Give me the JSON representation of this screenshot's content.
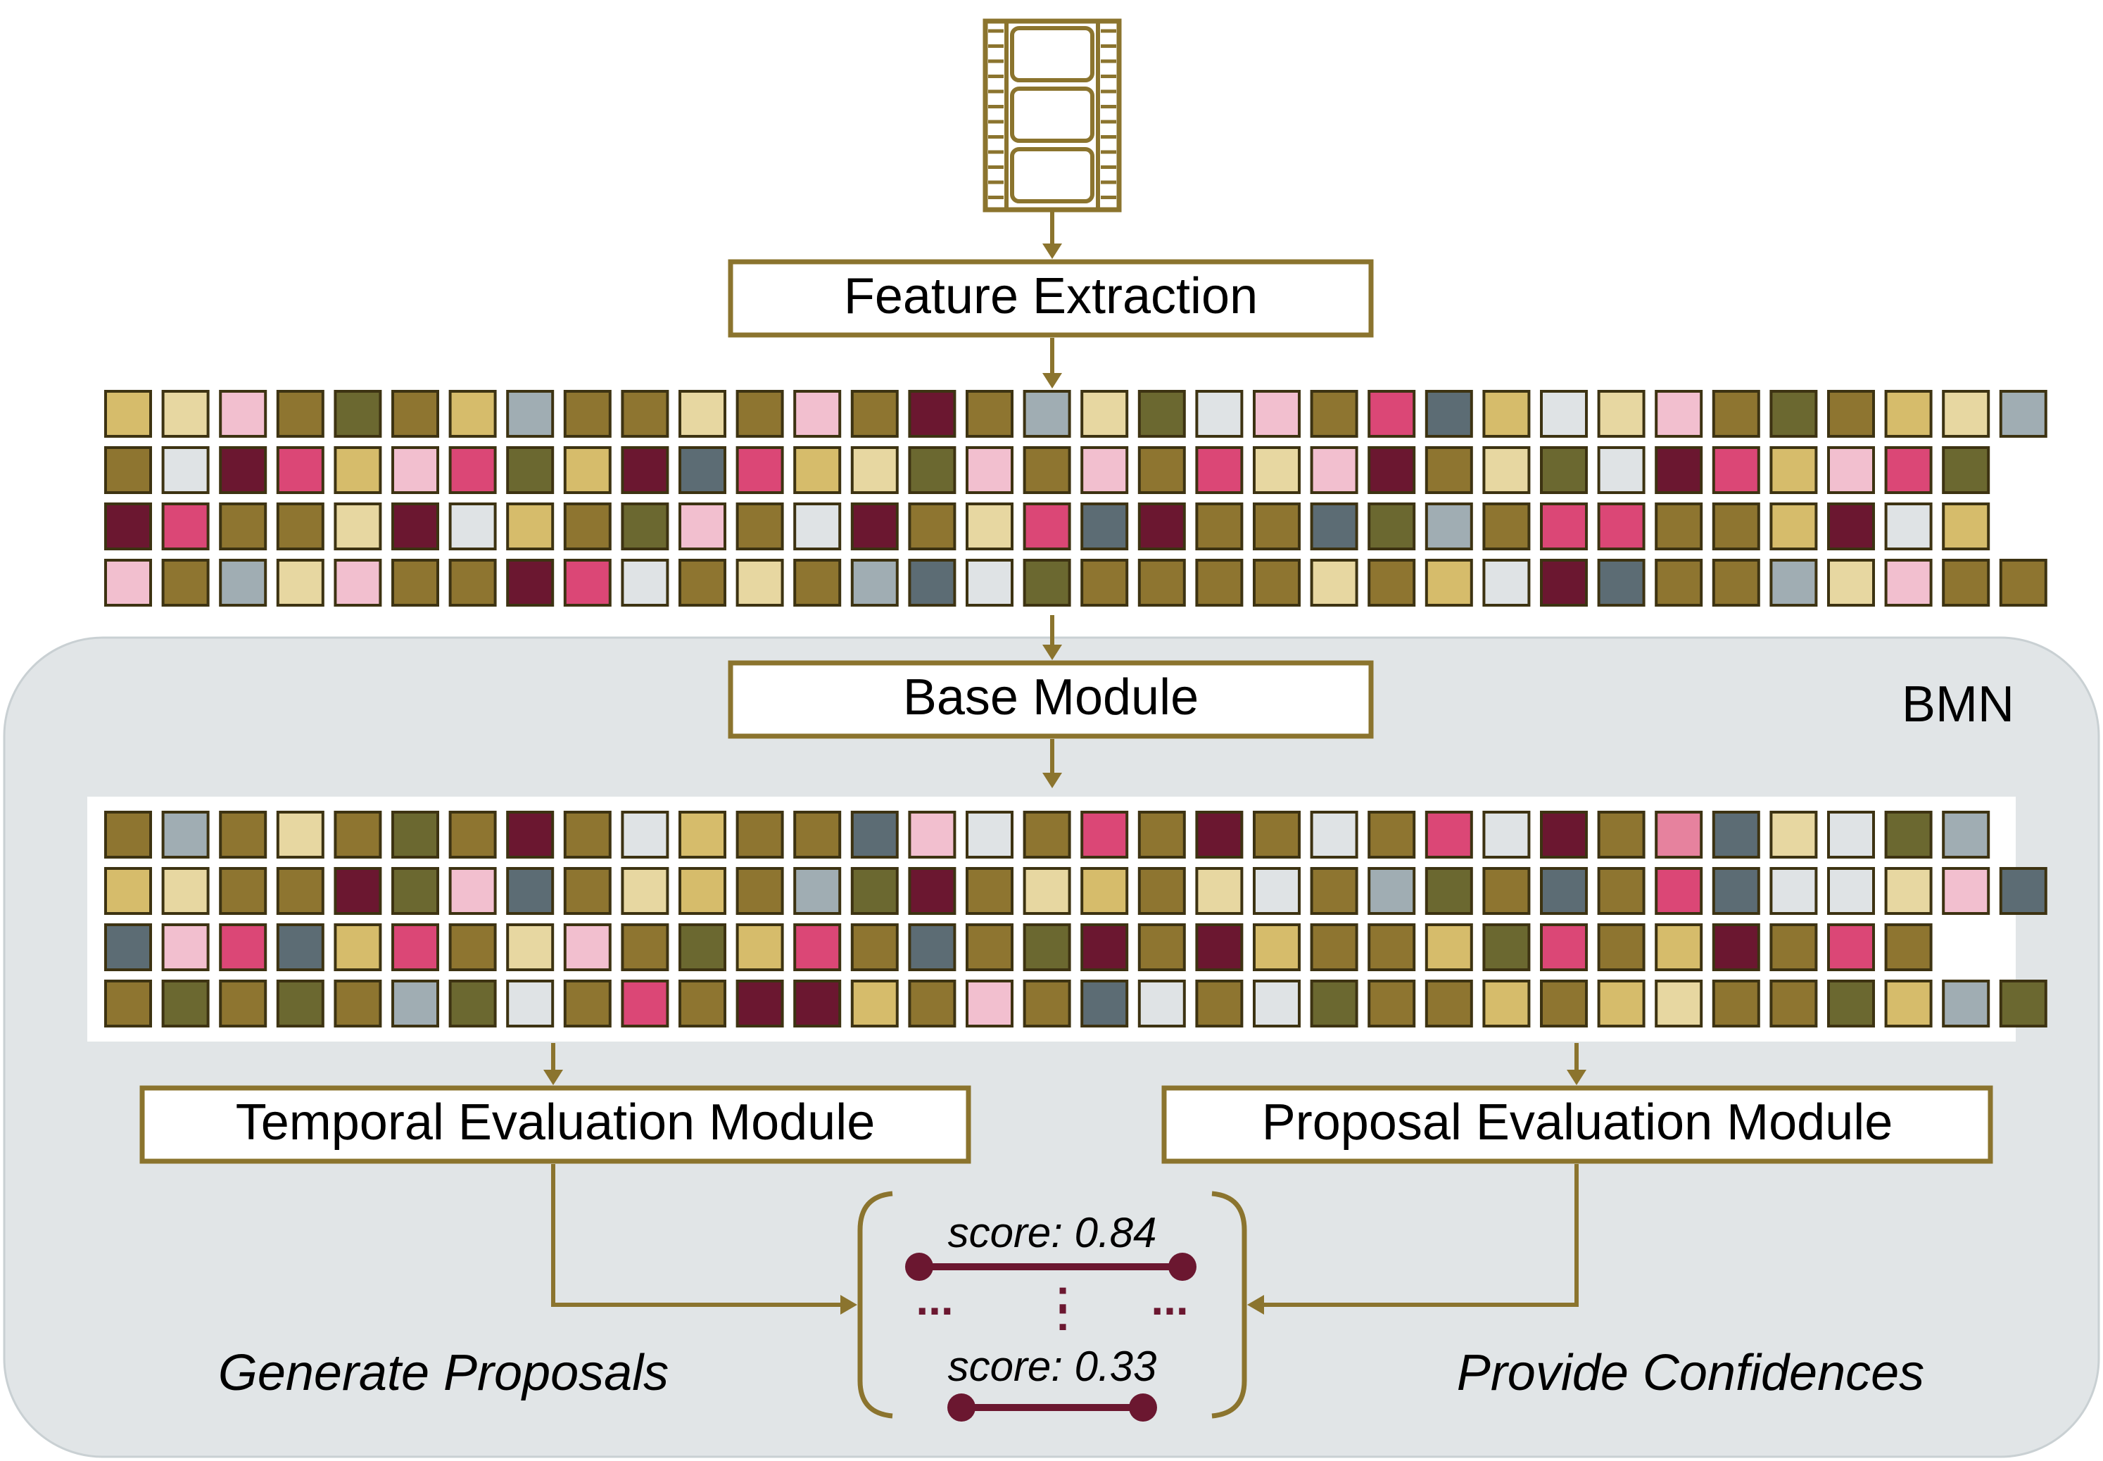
{
  "colors": {
    "gold_line": "#8B742E",
    "panel_bg": "#E1E5E7",
    "panel_border": "#C9D0D3",
    "proposal": "#6B1730",
    "cell_border": "#3D3312",
    "palette": {
      "o": "#8E7530",
      "d": "#6B6830",
      "t": "#D6BC6B",
      "b": "#E7D7A1",
      "p": "#F2BFCF",
      "k": "#DB4776",
      "m": "#6B1730",
      "w": "#DFE3E5",
      "s": "#A0ADB3",
      "g": "#5C6C74",
      "r": "#E6829E"
    }
  },
  "icons": {
    "video": "film-strip-icon"
  },
  "labels": {
    "feature_extraction": "Feature Extraction",
    "base_module": "Base Module",
    "bmn": "BMN",
    "tem": "Temporal Evaluation Module",
    "pem": "Proposal Evaluation Module",
    "generate": "Generate Proposals",
    "provide": "Provide Confidences",
    "score_top": "score: 0.84",
    "score_bottom": "score: 0.33",
    "ellipsis_left": "...",
    "ellipsis_right": "...",
    "ellipsis_mid": ":"
  },
  "feature_grid_top": [
    "tbpodotsoobopomosbdwpokgtwbpodotbs",
    "owmktpkdtmgktbdpopokbpmobdwmktpkd",
    "mkoobmwtodpowmobkgmoogdsokkootmwt",
    "posbpoomkwobosgwdoooobotwmgoosbpoom"
  ],
  "feature_grid_bottom": [
    "osobodomowtoogpwokomowokwmorgbwds",
    "tboomdpgobtosdmobtobwosdogokgwwbpg",
    "gpkgtkobpodtkogodmomtootdkotmoko",
    "ododosdwokommtopogwowdoototboodtsd"
  ]
}
